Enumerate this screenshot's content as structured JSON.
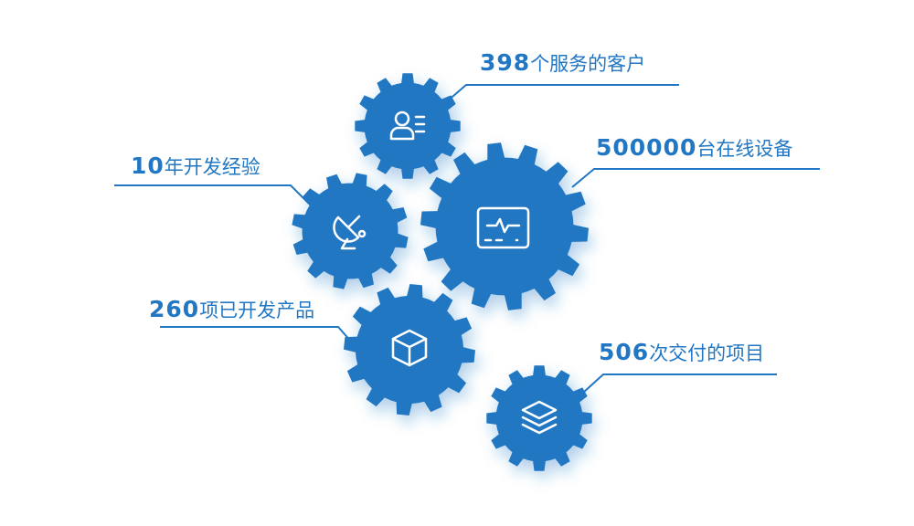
{
  "accent_color": "#2177c3",
  "stats": [
    {
      "number": "398",
      "text": "个服务的客户",
      "icon": "user-list-icon"
    },
    {
      "number": "500000",
      "text": "台在线设备",
      "icon": "monitor-heartbeat-icon"
    },
    {
      "number": "10",
      "text": "年开发经验",
      "icon": "satellite-dish-icon"
    },
    {
      "number": "260",
      "text": "项已开发产品",
      "icon": "cube-box-icon"
    },
    {
      "number": "506",
      "text": "次交付的项目",
      "icon": "layers-icon"
    }
  ]
}
